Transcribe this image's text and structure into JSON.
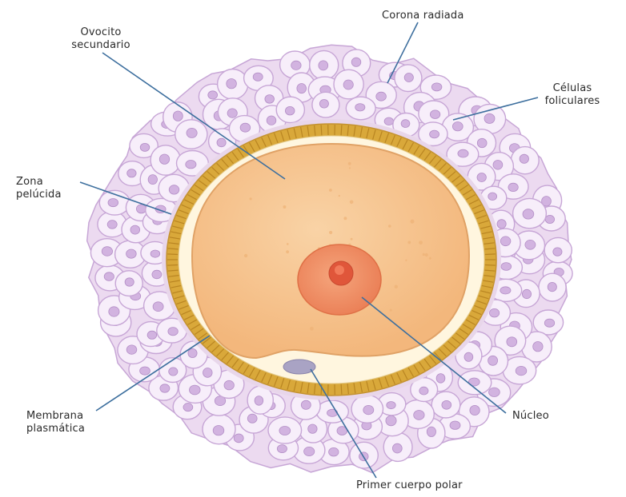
{
  "labels": {
    "secondary_oocyte": {
      "line1": "Ovocito",
      "line2": "secundario"
    },
    "corona_radiata": "Corona radiada",
    "follicular_cells": {
      "line1": "Células",
      "line2": "foliculares"
    },
    "zona_pellucida": {
      "line1": "Zona",
      "line2": "pelúcida"
    },
    "plasma_membrane": {
      "line1": "Membrana",
      "line2": "plasmática"
    },
    "nucleus": "Núcleo",
    "first_polar_body": "Primer cuerpo polar"
  },
  "colors": {
    "corona_fill": "#ecdaf0",
    "cell_outline": "#c7a6d6",
    "cell_nucleus": "#d2b3e0",
    "zona_outer": "#d9a83a",
    "zona_stripe": "#b98522",
    "perivitelline": "#fff6df",
    "cytoplasm": "#f6c58e",
    "cytoplasm_edge": "#e0a266",
    "nucleus_fill": "#f08c62",
    "nucleolus_fill": "#e0563a",
    "polar_body": "#a9a3c4",
    "leader_line": "#3d6f9e"
  }
}
